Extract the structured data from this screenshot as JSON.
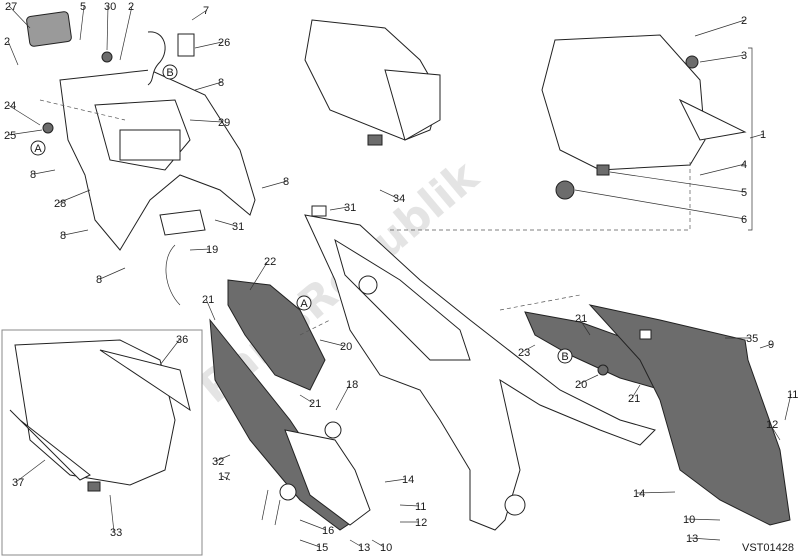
{
  "diagram": {
    "code": "VST01428",
    "watermark": "PartsRepublik",
    "callouts": [
      "27",
      "5",
      "30",
      "2",
      "7",
      "26",
      "2",
      "8",
      "24",
      "25",
      "29",
      "8",
      "28",
      "8",
      "8",
      "31",
      "19",
      "8",
      "22",
      "21",
      "20",
      "21",
      "18",
      "32",
      "17",
      "16",
      "15",
      "14",
      "11",
      "12",
      "10",
      "13",
      "34",
      "31",
      "2",
      "3",
      "1",
      "4",
      "5",
      "6",
      "35",
      "9",
      "21",
      "23",
      "20",
      "21",
      "12",
      "11",
      "14",
      "10",
      "13",
      "37",
      "36",
      "33"
    ],
    "markers": [
      "A",
      "B",
      "A",
      "B"
    ]
  }
}
